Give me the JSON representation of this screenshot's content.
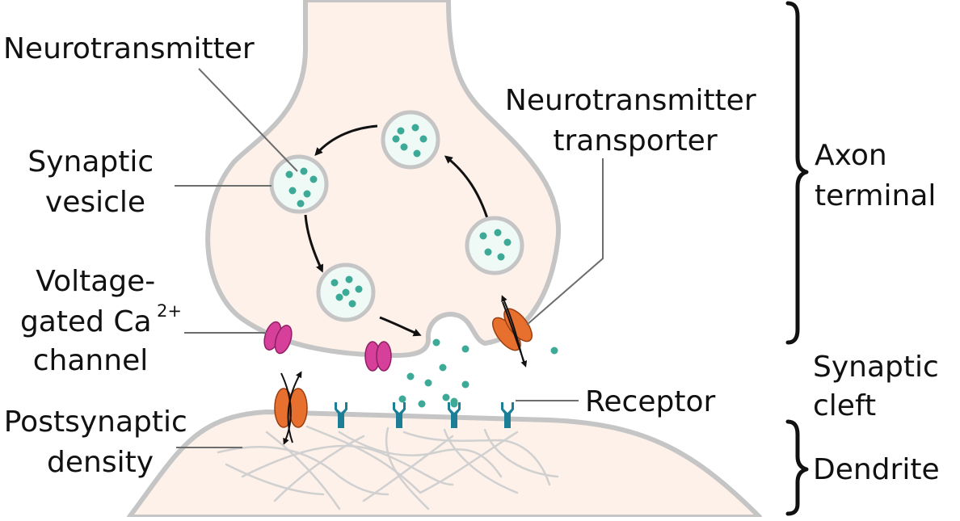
{
  "labels": {
    "neurotransmitter": "Neurotransmitter",
    "synaptic_vesicle": [
      "Synaptic",
      "vesicle"
    ],
    "voltage_gated": [
      "Voltage-",
      "gated Ca",
      "channel"
    ],
    "ca_charge": "2+",
    "postsynaptic_density": [
      "Postsynaptic",
      "density"
    ],
    "transporter": [
      "Neurotransmitter",
      "transporter"
    ],
    "receptor": "Receptor",
    "axon_terminal": [
      "Axon",
      "terminal"
    ],
    "synaptic_cleft": [
      "Synaptic",
      "cleft"
    ],
    "dendrite": "Dendrite"
  },
  "colors": {
    "cell_fill": "#fdf1ea",
    "membrane": "#c5c5c5",
    "neurotransmitter": "#3daa97",
    "vesicle_fill": "#eff9f5",
    "calcium_channel": "#d6409a",
    "transporter": "#e8702f",
    "receptor": "#1c7f96",
    "leader_line": "#6d6d6d",
    "bracket": "#111111"
  }
}
